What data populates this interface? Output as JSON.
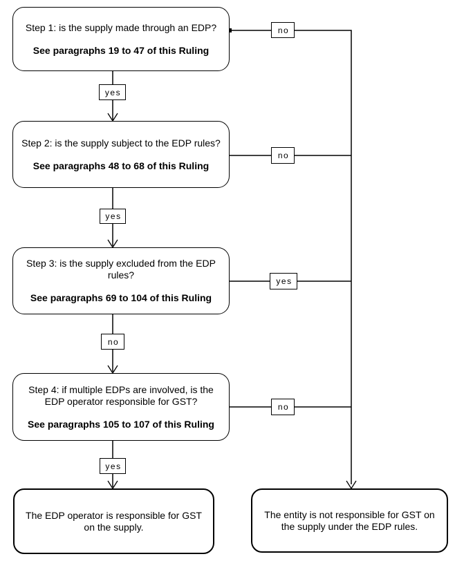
{
  "steps": [
    {
      "question": "Step 1: is the supply made through an EDP?",
      "reference": "See paragraphs 19 to 47 of this Ruling",
      "right_label": "no",
      "down_label": "yes"
    },
    {
      "question": "Step 2: is the supply subject to the EDP rules?",
      "reference": "See paragraphs 48 to 68 of this Ruling",
      "right_label": "no",
      "down_label": "yes"
    },
    {
      "question": "Step 3: is the supply excluded from the EDP rules?",
      "reference": "See paragraphs 69 to 104 of this Ruling",
      "right_label": "yes",
      "down_label": "no"
    },
    {
      "question": "Step 4: if multiple EDPs are involved, is the EDP operator responsible for GST?",
      "reference": "See paragraphs 105 to 107 of this Ruling",
      "right_label": "no",
      "down_label": "yes"
    }
  ],
  "outcomes": {
    "responsible": "The EDP operator is responsible for GST on the supply.",
    "not_responsible": "The entity is not responsible for GST on the supply under the EDP rules."
  },
  "colors": {
    "line": "#000000",
    "border": "#000000",
    "background": "#ffffff",
    "text": "#000000"
  }
}
